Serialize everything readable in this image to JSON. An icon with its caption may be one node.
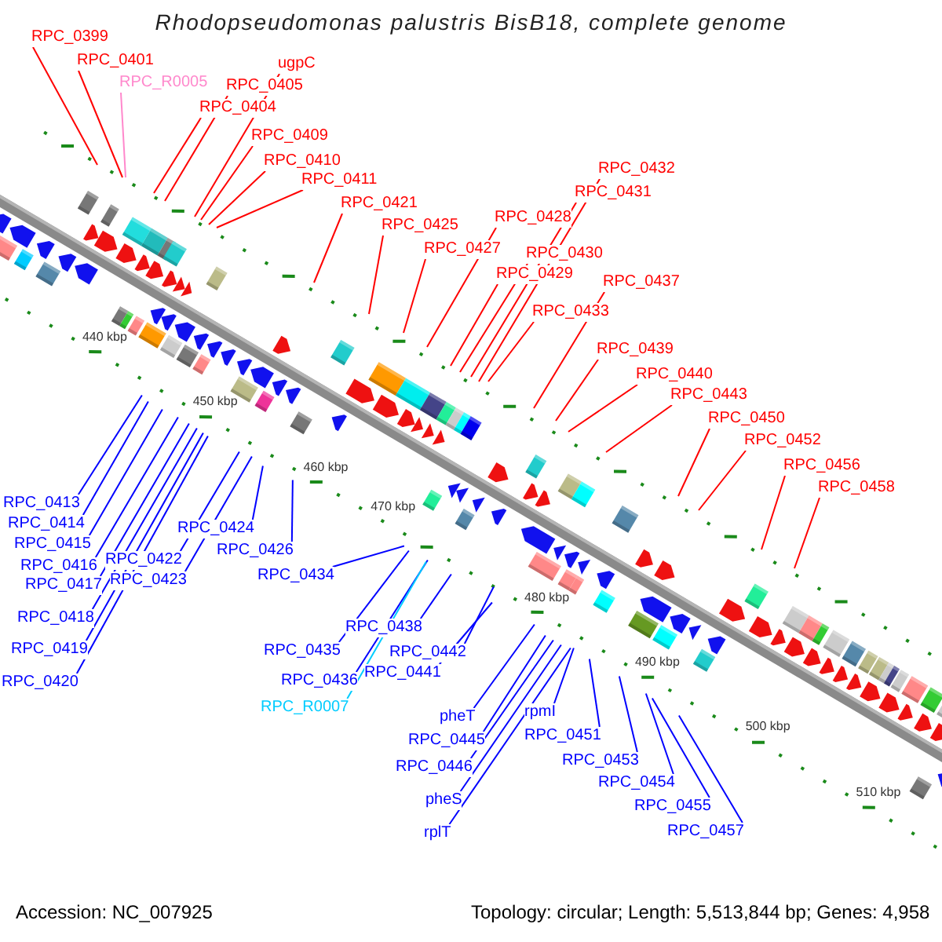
{
  "diagram": {
    "title": "Rhodopseudomonas palustris BisB18, complete genome",
    "nodes": [
      {
        "text": [
          "RPC_0399"
        ]
      },
      {
        "text": [
          "RPC_0401"
        ]
      },
      {
        "text": [
          "RPC_R0005"
        ]
      },
      {
        "text": [
          "ugpC"
        ]
      },
      {
        "text": [
          "RPC_0405"
        ]
      },
      {
        "text": [
          "RPC_0404"
        ]
      },
      {
        "text": [
          "RPC_0409"
        ]
      },
      {
        "text": [
          "RPC_0410"
        ]
      },
      {
        "text": [
          "RPC_0411"
        ]
      },
      {
        "text": [
          "RPC_0432"
        ]
      },
      {
        "text": [
          "RPC_0431"
        ]
      },
      {
        "text": [
          "RPC_0421"
        ]
      },
      {
        "text": [
          "RPC_0428"
        ]
      },
      {
        "text": [
          "RPC_0425"
        ]
      },
      {
        "text": [
          "RPC_0427"
        ]
      },
      {
        "text": [
          "RPC_0430"
        ]
      },
      {
        "text": [
          "RPC_0429"
        ]
      },
      {
        "text": [
          "RPC_0437"
        ]
      },
      {
        "text": [
          "RPC_0433"
        ]
      },
      {
        "text": [
          "RPC_0439"
        ]
      },
      {
        "text": [
          "RPC_0440"
        ]
      },
      {
        "text": [
          "RPC_0443"
        ]
      },
      {
        "text": [
          "RPC_0450"
        ]
      },
      {
        "text": [
          "RPC_0452"
        ]
      },
      {
        "text": [
          "RPC_0456"
        ]
      },
      {
        "text": [
          "RPC_0458"
        ]
      },
      {
        "text": [
          "RPC_0413"
        ]
      },
      {
        "text": [
          "RPC_0414"
        ]
      },
      {
        "text": [
          "RPC_0424"
        ]
      },
      {
        "text": [
          "RPC_0415"
        ]
      },
      {
        "text": [
          "RPC_0426"
        ]
      },
      {
        "text": [
          "RPC_0422"
        ]
      },
      {
        "text": [
          "RPC_0416"
        ]
      },
      {
        "text": [
          "RPC_0434"
        ]
      },
      {
        "text": [
          "RPC_0423"
        ]
      },
      {
        "text": [
          "RPC_0417"
        ]
      },
      {
        "text": [
          "RPC_0418"
        ]
      },
      {
        "text": [
          "RPC_0438"
        ]
      },
      {
        "text": [
          "RPC_0419"
        ]
      },
      {
        "text": [
          "RPC_0435"
        ]
      },
      {
        "text": [
          "RPC_0442"
        ]
      },
      {
        "text": [
          "RPC_0441"
        ]
      },
      {
        "text": [
          "RPC_0436"
        ]
      },
      {
        "text": [
          "RPC_0420"
        ]
      },
      {
        "text": [
          "RPC_R0007"
        ]
      },
      {
        "text": [
          "rpmI"
        ]
      },
      {
        "text": [
          "pheT"
        ]
      },
      {
        "text": [
          "RPC_0451"
        ]
      },
      {
        "text": [
          "RPC_0445"
        ]
      },
      {
        "text": [
          "RPC_0453"
        ]
      },
      {
        "text": [
          "RPC_0446"
        ]
      },
      {
        "text": [
          "RPC_0454"
        ]
      },
      {
        "text": [
          "pheS"
        ]
      },
      {
        "text": [
          "RPC_0455"
        ]
      },
      {
        "text": [
          "rplT"
        ]
      },
      {
        "text": [
          "RPC_0457"
        ]
      }
    ],
    "edges": [
      {
        "from": 0,
        "to": null,
        "arrow": "none",
        "color": "#ff0000"
      },
      {
        "from": 1,
        "to": null,
        "arrow": "none",
        "color": "#ff0000"
      },
      {
        "from": 2,
        "to": null,
        "arrow": "none",
        "color": "#ff88cc"
      },
      {
        "from": 3,
        "to": null,
        "arrow": "none",
        "color": "#ff0000"
      },
      {
        "from": 4,
        "to": null,
        "arrow": "none",
        "color": "#ff0000"
      },
      {
        "from": 5,
        "to": null,
        "arrow": "none",
        "color": "#ff0000"
      },
      {
        "from": 6,
        "to": null,
        "arrow": "none",
        "color": "#ff0000"
      },
      {
        "from": 7,
        "to": null,
        "arrow": "none",
        "color": "#ff0000"
      },
      {
        "from": 8,
        "to": null,
        "arrow": "none",
        "color": "#ff0000"
      },
      {
        "from": 9,
        "to": null,
        "arrow": "none",
        "color": "#ff0000"
      },
      {
        "from": 10,
        "to": null,
        "arrow": "none",
        "color": "#ff0000"
      },
      {
        "from": 11,
        "to": null,
        "arrow": "none",
        "color": "#ff0000"
      },
      {
        "from": 12,
        "to": null,
        "arrow": "none",
        "color": "#ff0000"
      },
      {
        "from": 13,
        "to": null,
        "arrow": "none",
        "color": "#ff0000"
      },
      {
        "from": 14,
        "to": null,
        "arrow": "none",
        "color": "#ff0000"
      },
      {
        "from": 15,
        "to": null,
        "arrow": "none",
        "color": "#ff0000"
      },
      {
        "from": 16,
        "to": null,
        "arrow": "none",
        "color": "#ff0000"
      },
      {
        "from": 17,
        "to": null,
        "arrow": "none",
        "color": "#ff0000"
      },
      {
        "from": 18,
        "to": null,
        "arrow": "none",
        "color": "#ff0000"
      },
      {
        "from": 19,
        "to": null,
        "arrow": "none",
        "color": "#ff0000"
      },
      {
        "from": 20,
        "to": null,
        "arrow": "none",
        "color": "#ff0000"
      },
      {
        "from": 21,
        "to": null,
        "arrow": "none",
        "color": "#ff0000"
      },
      {
        "from": 22,
        "to": null,
        "arrow": "none",
        "color": "#ff0000"
      },
      {
        "from": 23,
        "to": null,
        "arrow": "none",
        "color": "#ff0000"
      },
      {
        "from": 24,
        "to": null,
        "arrow": "none",
        "color": "#ff0000"
      },
      {
        "from": 25,
        "to": null,
        "arrow": "none",
        "color": "#ff0000"
      },
      {
        "from": 26,
        "to": null,
        "arrow": "none"
      },
      {
        "from": 27,
        "to": null,
        "arrow": "none"
      },
      {
        "from": 28,
        "to": null,
        "arrow": "none"
      },
      {
        "from": 29,
        "to": null,
        "arrow": "none"
      },
      {
        "from": 30,
        "to": null,
        "arrow": "none"
      },
      {
        "from": 31,
        "to": null,
        "arrow": "none"
      },
      {
        "from": 32,
        "to": null,
        "arrow": "none"
      },
      {
        "from": 33,
        "to": null,
        "arrow": "none"
      },
      {
        "from": 34,
        "to": null,
        "arrow": "none"
      },
      {
        "from": 35,
        "to": null,
        "arrow": "none"
      },
      {
        "from": 36,
        "to": null,
        "arrow": "none"
      },
      {
        "from": 37,
        "to": null,
        "arrow": "none"
      },
      {
        "from": 38,
        "to": null,
        "arrow": "none"
      },
      {
        "from": 39,
        "to": null,
        "arrow": "none"
      },
      {
        "from": 40,
        "to": null,
        "arrow": "none"
      },
      {
        "from": 41,
        "to": null,
        "arrow": "none"
      },
      {
        "from": 42,
        "to": null,
        "arrow": "none"
      },
      {
        "from": 43,
        "to": null,
        "arrow": "none"
      },
      {
        "from": 44,
        "to": null,
        "arrow": "none",
        "color": "#00ccff"
      },
      {
        "from": 45,
        "to": null,
        "arrow": "none"
      },
      {
        "from": 46,
        "to": null,
        "arrow": "none"
      },
      {
        "from": 47,
        "to": null,
        "arrow": "none"
      },
      {
        "from": 48,
        "to": null,
        "arrow": "none"
      },
      {
        "from": 49,
        "to": null,
        "arrow": "none"
      },
      {
        "from": 50,
        "to": null,
        "arrow": "none"
      },
      {
        "from": 51,
        "to": null,
        "arrow": "none"
      },
      {
        "from": 52,
        "to": null,
        "arrow": "none"
      },
      {
        "from": 53,
        "to": null,
        "arrow": "none"
      },
      {
        "from": 54,
        "to": null,
        "arrow": "none"
      },
      {
        "from": 55,
        "to": null,
        "arrow": "none"
      }
    ],
    "labels": [
      "440 kbp",
      "450 kbp",
      "460 kbp",
      "470 kbp",
      "480 kbp",
      "490 kbp",
      "500 kbp",
      "510 kbp",
      "Accession: NC_007925",
      "Topology: circular; Length: 5,513,844 bp; Genes: 4,958"
    ]
  }
}
